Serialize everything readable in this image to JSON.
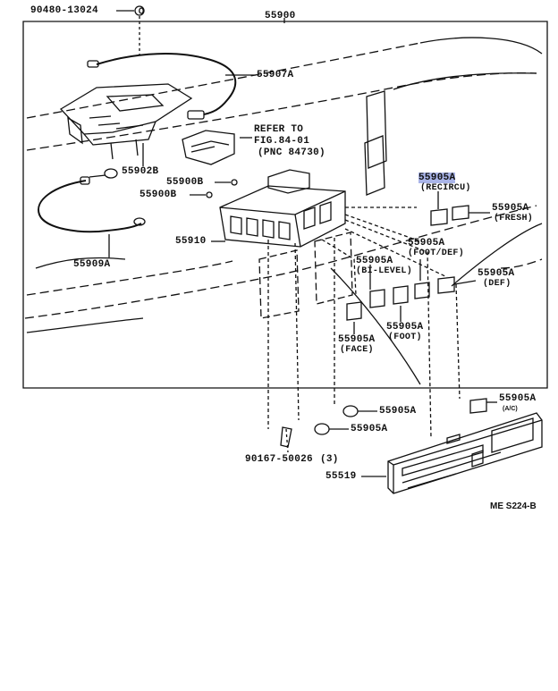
{
  "diagram": {
    "top_part_number": "55900",
    "refer_note": {
      "line1": "REFER TO",
      "line2": "FIG.84-01",
      "line3": "(PNC 84730)"
    },
    "callouts": {
      "screw_top": "90480-13024",
      "control_cable": "55907A",
      "bracket": "55902B",
      "screw_1": "55900B",
      "screw_2": "55900B",
      "control_assembly": "55910",
      "cable_lower": "55909A",
      "knob_recircu": {
        "part": "55905A",
        "function": "(RECIRCU)"
      },
      "knob_fresh": {
        "part": "55905A",
        "function": "(FRESH)"
      },
      "knob_foot_def": {
        "part": "55905A",
        "function": "(FOOT/DEF)"
      },
      "knob_def": {
        "part": "55905A",
        "function": "(DEF)"
      },
      "knob_bi_level": {
        "part": "55905A",
        "function": "(BI-LEVEL)"
      },
      "knob_foot": {
        "part": "55905A",
        "function": "(FOOT)"
      },
      "knob_face": {
        "part": "55905A",
        "function": "(FACE)"
      },
      "knob_a": "55905A",
      "knob_b": "55905A",
      "knob_ac": {
        "part": "55905A",
        "function": "(A/C)"
      },
      "screw_bottom": {
        "part": "90167-50026",
        "qty": "(3)"
      },
      "panel": "55519"
    },
    "figure_code": "ME S224-B",
    "highlight_color": "#a9b4e8"
  }
}
